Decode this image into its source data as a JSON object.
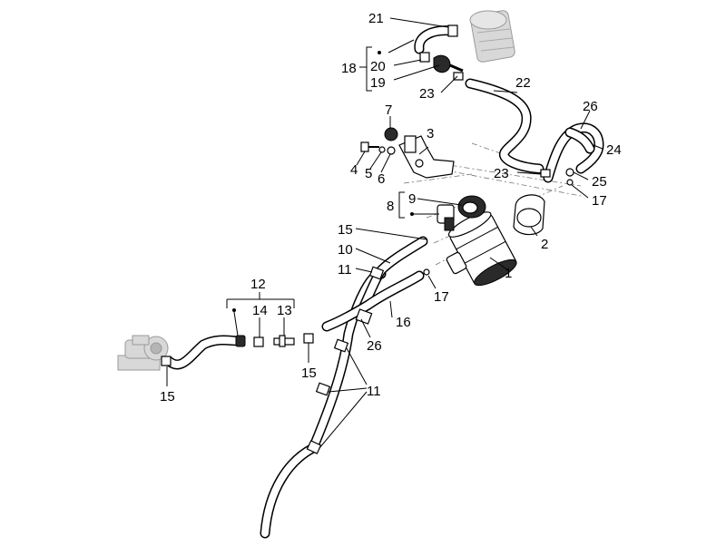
{
  "callouts": {
    "c1": "1",
    "c2": "2",
    "c3": "3",
    "c4": "4",
    "c5": "5",
    "c6": "6",
    "c7": "7",
    "c8": "8",
    "c9": "9",
    "c10": "10",
    "c11a": "11",
    "c11b": "11",
    "c12": "12",
    "c13": "13",
    "c14": "14",
    "c15a": "15",
    "c15b": "15",
    "c15c": "15",
    "c16": "16",
    "c17a": "17",
    "c17b": "17",
    "c18": "18",
    "c19": "19",
    "c20": "20",
    "c21": "21",
    "c22": "22",
    "c23a": "23",
    "c23b": "23",
    "c24": "24",
    "c25": "25",
    "c26a": "26",
    "c26b": "26"
  }
}
